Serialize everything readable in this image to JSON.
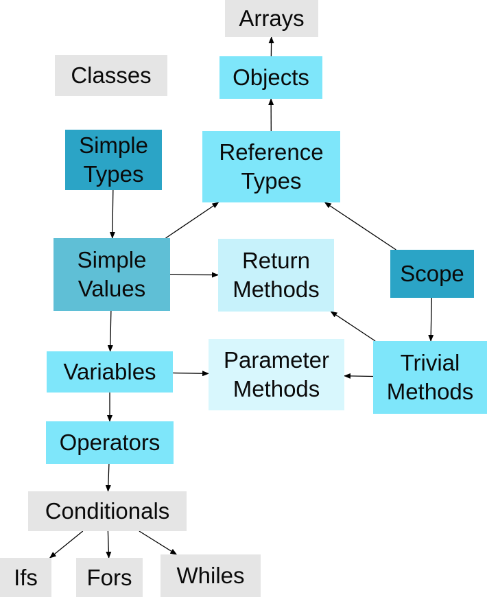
{
  "nodes": {
    "arrays": "Arrays",
    "classes": "Classes",
    "objects": "Objects",
    "simple_types": "Simple\nTypes",
    "reference_types": "Reference\nTypes",
    "simple_values": "Simple\nValues",
    "return_methods": "Return\nMethods",
    "scope": "Scope",
    "variables": "Variables",
    "parameter_methods": "Parameter\nMethods",
    "trivial_methods": "Trivial\nMethods",
    "operators": "Operators",
    "conditionals": "Conditionals",
    "ifs": "Ifs",
    "fors": "Fors",
    "whiles": "Whiles"
  },
  "colors": {
    "gray": "#e5e5e5",
    "light_cyan": "#7ee6fa",
    "pale_cyan": "#d8f7fd",
    "dark_teal": "#2ba4c6",
    "mid_teal": "#5fbfd6",
    "arrow": "#000000"
  },
  "edges": [
    [
      "objects",
      "arrays"
    ],
    [
      "reference_types",
      "objects"
    ],
    [
      "simple_types",
      "simple_values"
    ],
    [
      "simple_values",
      "reference_types"
    ],
    [
      "simple_values",
      "return_methods"
    ],
    [
      "simple_values",
      "variables"
    ],
    [
      "scope",
      "reference_types"
    ],
    [
      "scope",
      "trivial_methods"
    ],
    [
      "trivial_methods",
      "return_methods"
    ],
    [
      "trivial_methods",
      "parameter_methods"
    ],
    [
      "variables",
      "parameter_methods"
    ],
    [
      "variables",
      "operators"
    ],
    [
      "operators",
      "conditionals"
    ],
    [
      "conditionals",
      "ifs"
    ],
    [
      "conditionals",
      "fors"
    ],
    [
      "conditionals",
      "whiles"
    ]
  ]
}
